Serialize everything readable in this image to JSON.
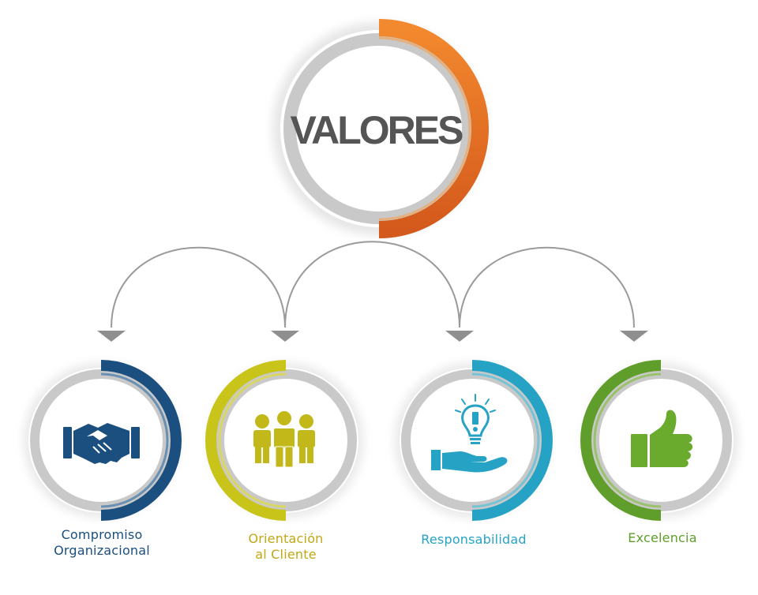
{
  "title": "VALORES",
  "colors": {
    "title_text": "#555555",
    "ring_gray": "#c9c9c9",
    "connector": "#999999",
    "arrowhead": "#8f8f8f",
    "center_accent": "#e6691f"
  },
  "values": [
    {
      "lines": [
        "Compromiso",
        "Organizacional"
      ],
      "color": "#1b4f7f",
      "icon": "handshake-icon"
    },
    {
      "lines": [
        "Orientación",
        "al Cliente"
      ],
      "color": "#c9c419",
      "label_color": "#c2a614",
      "icon": "people-group-icon"
    },
    {
      "lines": [
        "Responsabilidad"
      ],
      "color": "#26a3c4",
      "icon": "lightbulb-hand-icon"
    },
    {
      "lines": [
        "Excelencia"
      ],
      "color": "#5f9e2a",
      "icon": "thumbs-up-icon"
    }
  ]
}
